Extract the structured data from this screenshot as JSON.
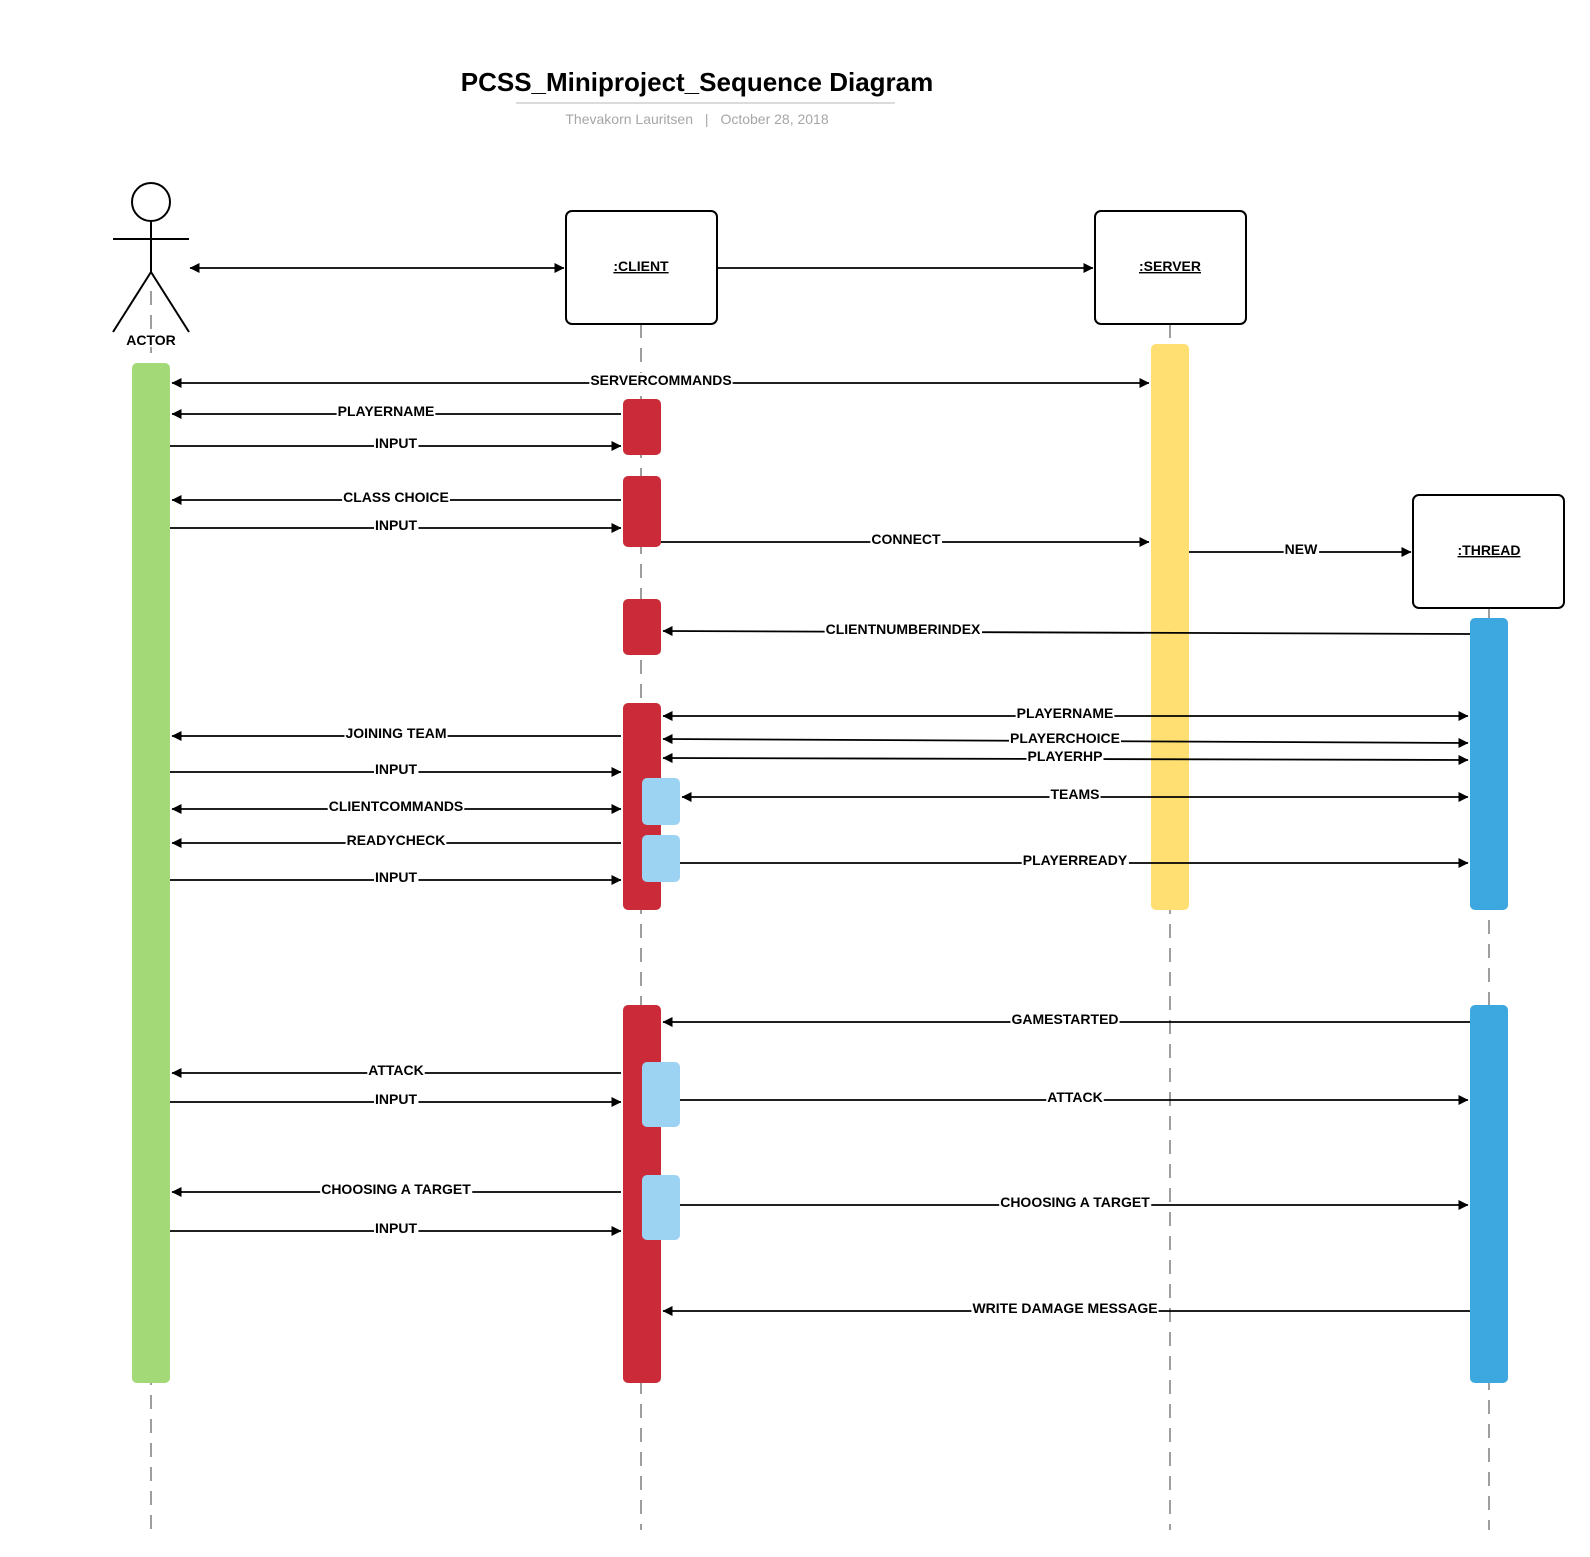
{
  "title": "PCSS_Miniproject_Sequence Diagram",
  "author": "Thevakorn Lauritsen",
  "separator": "|",
  "date": "October 28, 2018",
  "participants": {
    "actor": {
      "label": "ACTOR"
    },
    "client": {
      "label": ":CLIENT"
    },
    "server": {
      "label": ":SERVER"
    },
    "thread": {
      "label": ":THREAD"
    }
  },
  "activation_colors": {
    "actor": "#a3d977",
    "client": "#cb2b38",
    "client_nested": "#9dd3f2",
    "server": "#ffdf71",
    "thread": "#3da7df"
  },
  "messages": [
    "SERVERCOMMANDS",
    "PLAYERNAME",
    "INPUT",
    "CLASS CHOICE",
    "INPUT",
    "CONNECT",
    "NEW",
    "CLIENTNUMBERINDEX",
    "PLAYERNAME",
    "PLAYERCHOICE",
    "PLAYERHP",
    "JOINING TEAM",
    "INPUT",
    "TEAMS",
    "CLIENTCOMMANDS",
    "READYCHECK",
    "PLAYERREADY",
    "INPUT",
    "GAMESTARTED",
    "ATTACK",
    "INPUT",
    "ATTACK",
    "CHOOSING A TARGET",
    "CHOOSING A TARGET",
    "INPUT",
    "WRITE DAMAGE MESSAGE"
  ]
}
